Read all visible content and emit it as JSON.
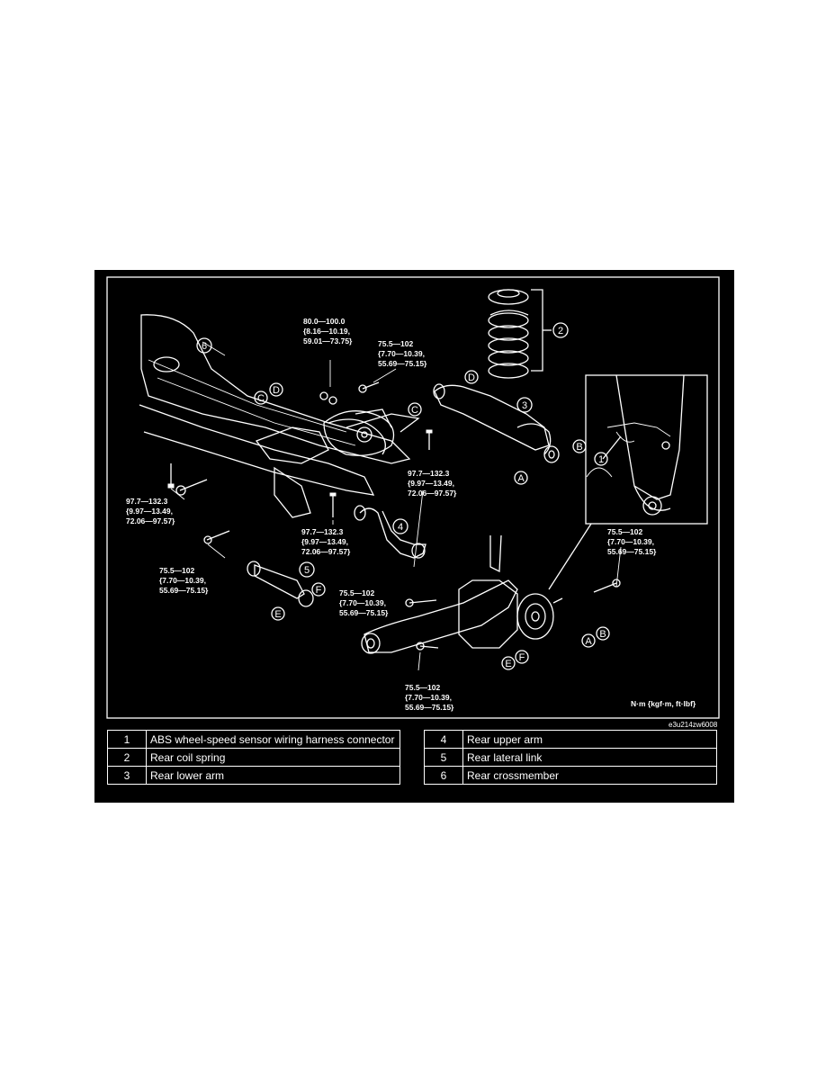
{
  "diagram": {
    "torques": {
      "t_top": [
        "80.0—100.0",
        "{8.16—10.19,",
        "59.01—73.75}"
      ],
      "t_mid_top": [
        "75.5—102",
        "{7.70—10.39,",
        "55.69—75.15}"
      ],
      "t_right_mid": [
        "97.7—132.3",
        "{9.97—13.49,",
        "72.06—97.57}"
      ],
      "t_left": [
        "97.7—132.3",
        "{9.97—13.49,",
        "72.06—97.57}"
      ],
      "t_center": [
        "97.7—132.3",
        "{9.97—13.49,",
        "72.06—97.57}"
      ],
      "t_left_low": [
        "75.5—102",
        "{7.70—10.39,",
        "55.69—75.15}"
      ],
      "t_center_low": [
        "75.5—102",
        "{7.70—10.39,",
        "55.69—75.15}"
      ],
      "t_right": [
        "75.5—102",
        "{7.70—10.39,",
        "55.69—75.15}"
      ],
      "t_bottom": [
        "75.5—102",
        "{7.70—10.39,",
        "55.69—75.15}"
      ]
    },
    "callouts": [
      "1",
      "2",
      "3",
      "4",
      "5",
      "6"
    ],
    "letters": [
      "A",
      "B",
      "C",
      "D",
      "E",
      "F"
    ],
    "unit_note": "N·m {kgf·m, ft·lbf}",
    "figure_id": "e3u214zw6008"
  },
  "legend": {
    "left": [
      {
        "num": "1",
        "name": "ABS wheel-speed sensor wiring harness connector"
      },
      {
        "num": "2",
        "name": "Rear coil spring"
      },
      {
        "num": "3",
        "name": "Rear lower arm"
      }
    ],
    "right": [
      {
        "num": "4",
        "name": "Rear upper arm"
      },
      {
        "num": "5",
        "name": "Rear lateral link"
      },
      {
        "num": "6",
        "name": "Rear crossmember"
      }
    ]
  }
}
